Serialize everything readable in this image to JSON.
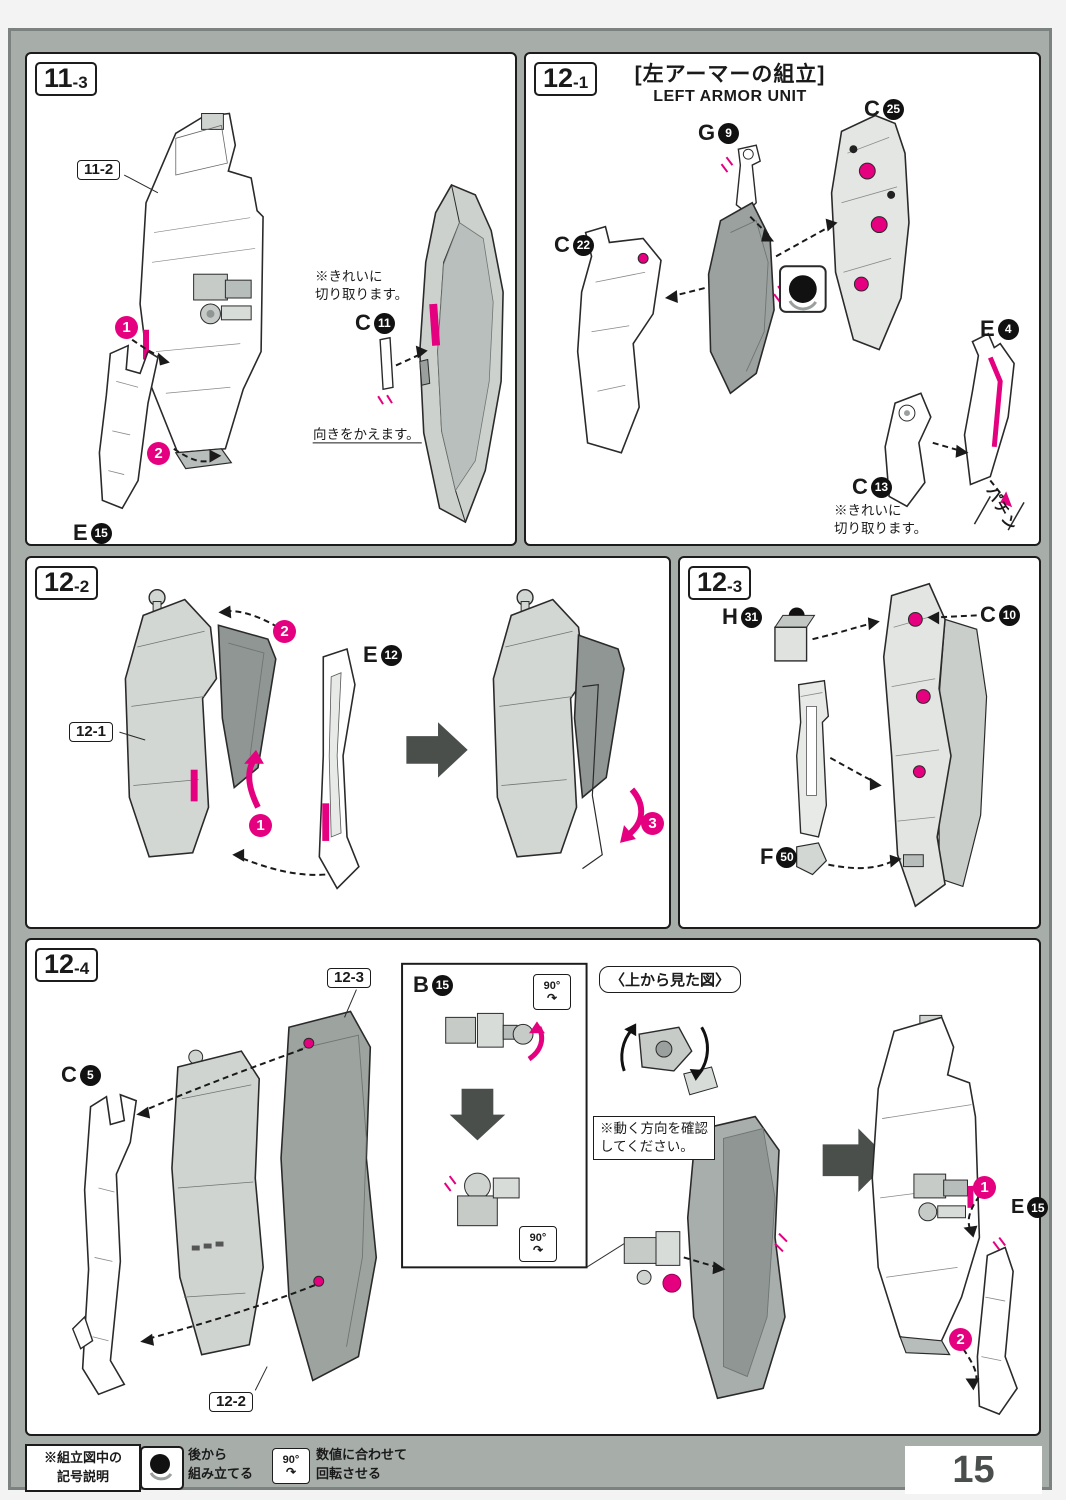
{
  "page_number": "15",
  "colors": {
    "accent": "#e4007f",
    "background": "#a7ada9",
    "arrow_gray": "#4a4f4c"
  },
  "legend": {
    "title_line1": "※組立図中の",
    "title_line2": "記号説明",
    "item1_line1": "後から",
    "item1_line2": "組み立てる",
    "item2_line1": "数値に合わせて",
    "item2_line2": "回転させる",
    "rotate_icon_label": "90°"
  },
  "panels": {
    "s11_3": {
      "step": {
        "main": "11",
        "sub": "-3"
      },
      "callout_11_2": "11-2",
      "num1": "1",
      "num2": "2",
      "part_e15": {
        "letter": "E",
        "num": "15"
      },
      "part_c11": {
        "letter": "C",
        "num": "11"
      },
      "note_cut_1": "※きれいに",
      "note_cut_2": "切り取ります。",
      "note_orient": "向きをかえます。"
    },
    "s12_1": {
      "step": {
        "main": "12",
        "sub": "-1"
      },
      "title_jp": "[左アーマーの組立]",
      "title_en": "LEFT ARMOR UNIT",
      "part_g9": {
        "letter": "G",
        "num": "9"
      },
      "part_c25": {
        "letter": "C",
        "num": "25"
      },
      "part_c22": {
        "letter": "C",
        "num": "22"
      },
      "part_e4": {
        "letter": "E",
        "num": "4"
      },
      "part_c13": {
        "letter": "C",
        "num": "13"
      },
      "note_cut_1": "※きれいに",
      "note_cut_2": "切り取ります。",
      "snap": "パチン"
    },
    "s12_2": {
      "step": {
        "main": "12",
        "sub": "-2"
      },
      "num1": "1",
      "num2": "2",
      "num3": "3",
      "part_e12": {
        "letter": "E",
        "num": "12"
      },
      "callout_12_1": "12-1"
    },
    "s12_3": {
      "step": {
        "main": "12",
        "sub": "-3"
      },
      "part_h31": {
        "letter": "H",
        "num": "31"
      },
      "part_c10": {
        "letter": "C",
        "num": "10"
      },
      "part_f50": {
        "letter": "F",
        "num": "50"
      }
    },
    "s12_4": {
      "step": {
        "main": "12",
        "sub": "-4"
      },
      "callout_12_3": "12-3",
      "callout_12_2": "12-2",
      "part_c5": {
        "letter": "C",
        "num": "5"
      },
      "part_b15": {
        "letter": "B",
        "num": "15"
      },
      "part_e15": {
        "letter": "E",
        "num": "15"
      },
      "rotate_label": "90°",
      "topview_title": "〈上から見た図〉",
      "note_move_1": "※動く方向を確認",
      "note_move_2": "してください。",
      "num1": "1",
      "num2": "2"
    }
  }
}
